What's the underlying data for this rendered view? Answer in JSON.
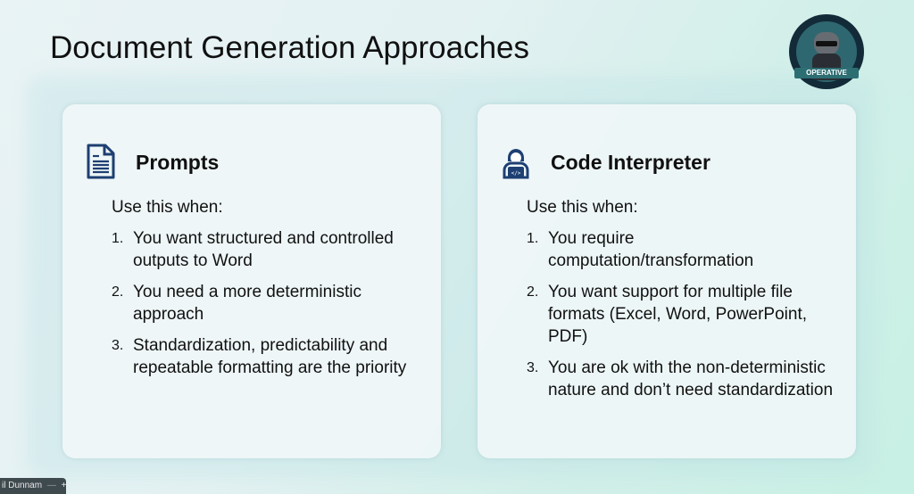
{
  "slide": {
    "title": "Document Generation Approaches",
    "logo_text": "OPERATIVE"
  },
  "cards": [
    {
      "title": "Prompts",
      "icon": "document-icon",
      "subtitle": "Use this when:",
      "items": [
        {
          "n": "1.",
          "text": "You want structured and controlled outputs to Word"
        },
        {
          "n": "2.",
          "text": "You need a more deterministic approach"
        },
        {
          "n": "3.",
          "text": "Standardization, predictability and repeatable formatting are the priority"
        }
      ]
    },
    {
      "title": "Code Interpreter",
      "icon": "developer-icon",
      "subtitle": "Use this when:",
      "items": [
        {
          "n": "1.",
          "text": "You require computation/transformation"
        },
        {
          "n": "2.",
          "text": "You want support for multiple file formats (Excel, Word, PowerPoint, PDF)"
        },
        {
          "n": "3.",
          "text": "You are ok with the non-deterministic nature and don’t need standardization"
        }
      ]
    }
  ],
  "participant": {
    "name": "il Dunnam",
    "minus": "—",
    "plus": "+"
  }
}
